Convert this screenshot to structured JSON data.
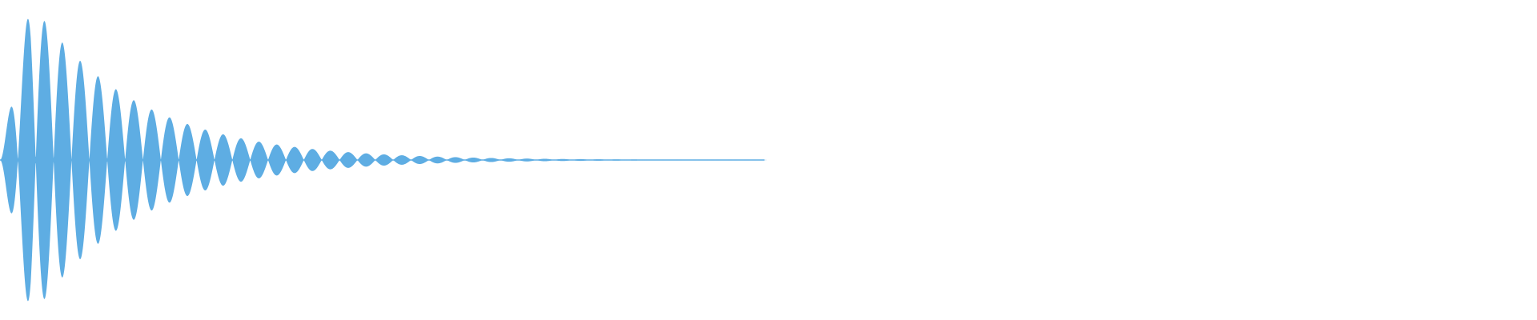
{
  "waveform": {
    "color": "#5eade3",
    "background": "#ffffff",
    "cycles": 43,
    "attack_fraction": 0.04,
    "decay_rate": 3.3,
    "duration_fraction": 0.5
  }
}
